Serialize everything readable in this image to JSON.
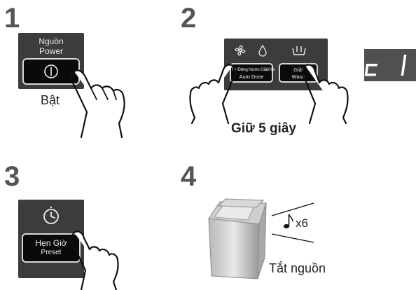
{
  "steps": [
    {
      "number": "1",
      "panel": {
        "label_vi": "Nguồn",
        "label_en": "Power"
      },
      "caption": "Bật"
    },
    {
      "number": "2",
      "button_left": {
        "label_vi": "Tự Động Nước Giặt/Xả",
        "label_en": "Auto Dose"
      },
      "button_right": {
        "label_vi": "Giặt",
        "label_en": "Wash"
      },
      "caption": "Giữ 5 giây",
      "display": "c 1"
    },
    {
      "number": "3",
      "button": {
        "label_vi": "Hẹn Giờ",
        "label_en": "Preset"
      }
    },
    {
      "number": "4",
      "beep_count": "x6",
      "caption": "Tắt nguồn"
    }
  ],
  "icons": [
    "power-icon",
    "fan-icon",
    "drop-icon",
    "wash-tub-icon",
    "clock-icon",
    "music-note-icon",
    "hand-pointer-icon",
    "washing-machine-icon"
  ],
  "colors": {
    "panel": "#3c3c3c",
    "button": "#0a0a0a",
    "number": "#555555",
    "display": "#505050"
  }
}
